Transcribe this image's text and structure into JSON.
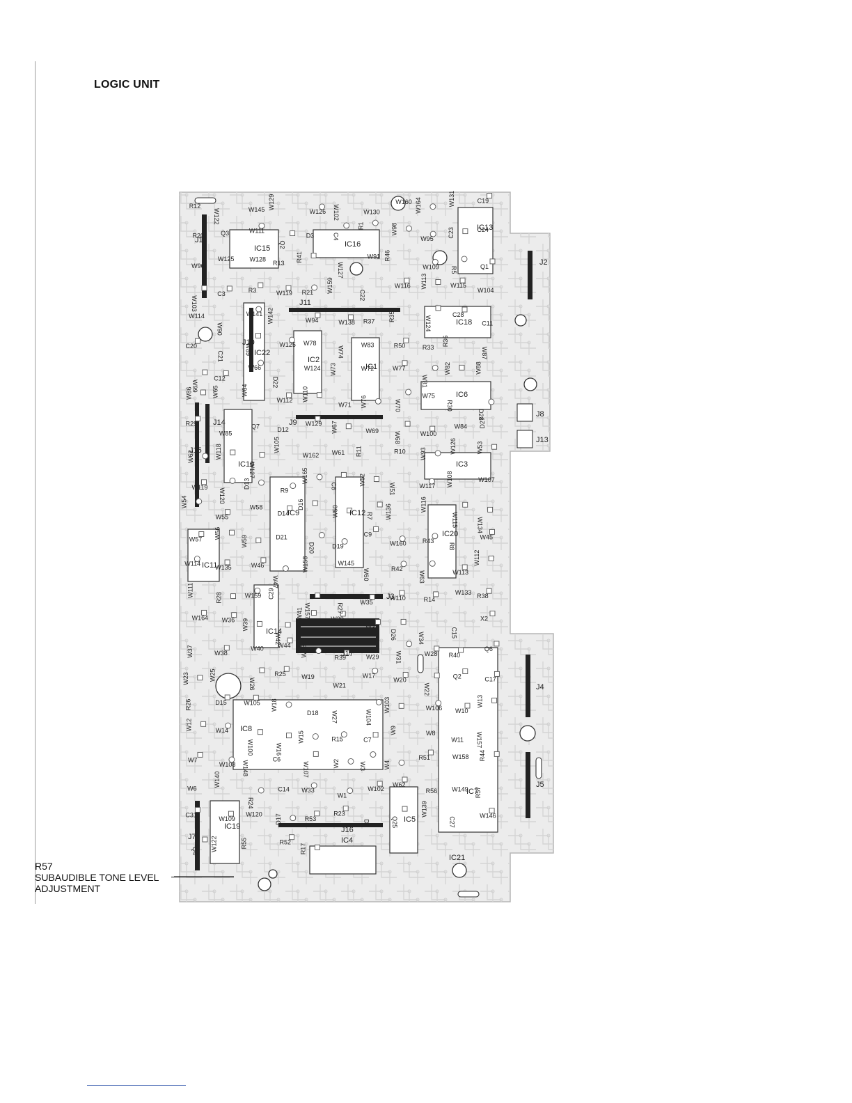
{
  "page": {
    "title": "LOGIC UNIT"
  },
  "callout": {
    "ref": "R57",
    "line1": "SUBAUDIBLE TONE LEVEL",
    "line2": "ADJUSTMENT"
  },
  "board": {
    "ic_labels": [
      "IC15",
      "IC16",
      "IC13",
      "IC18",
      "IC22",
      "IC2",
      "IC1",
      "IC6",
      "IC10",
      "IC3",
      "IC9",
      "IC12",
      "IC20",
      "IC11",
      "IC14",
      "IC8",
      "IC7",
      "IC19",
      "IC4",
      "IC5",
      "IC21"
    ],
    "connector_labels": [
      "J1",
      "J2",
      "J10",
      "J11",
      "J9",
      "J8",
      "J13",
      "J14",
      "J15",
      "J3",
      "J17",
      "J16",
      "J4",
      "J5",
      "J7"
    ],
    "component_labels": [
      "R12",
      "W122",
      "W145",
      "W129",
      "W126",
      "W102",
      "W130",
      "W160",
      "W164",
      "W131",
      "C19",
      "R20",
      "Q3",
      "W111",
      "Q2",
      "D3",
      "C4",
      "R1",
      "W98",
      "W95",
      "C23",
      "C24",
      "W96",
      "W125",
      "W128",
      "R13",
      "R41",
      "W127",
      "W91",
      "R46",
      "W109",
      "R5",
      "Q1",
      "W103",
      "C3",
      "R3",
      "W119",
      "R21",
      "W159",
      "C22",
      "W116",
      "W113",
      "W115",
      "W104",
      "W114",
      "W90",
      "W141",
      "W142",
      "W94",
      "W138",
      "R37",
      "R35",
      "W124",
      "C28",
      "C11",
      "C20",
      "C21",
      "W89",
      "W125",
      "W78",
      "W74",
      "W83",
      "R50",
      "R33",
      "R36",
      "W87",
      "W99",
      "C12",
      "W66",
      "D22",
      "W124",
      "W73",
      "W72",
      "W77",
      "W81",
      "W82",
      "W88",
      "W86",
      "W65",
      "W64",
      "W112",
      "W110",
      "W71",
      "W76",
      "W70",
      "W75",
      "R30",
      "D28",
      "R29",
      "W85",
      "Q7",
      "D12",
      "W129",
      "W67",
      "W69",
      "W68",
      "W100",
      "W84",
      "D27",
      "W62",
      "W118",
      "W127",
      "W105",
      "W162",
      "W61",
      "R11",
      "R10",
      "W93",
      "W126",
      "W53",
      "W119",
      "W120",
      "D13",
      "R9",
      "W165",
      "C8",
      "W52",
      "W51",
      "W117",
      "W108",
      "W107",
      "W54",
      "W55",
      "W58",
      "D14",
      "D16",
      "W50",
      "R7",
      "W136",
      "W116",
      "W115",
      "W134",
      "W57",
      "W56",
      "W59",
      "D21",
      "D20",
      "D19",
      "C9",
      "W160",
      "R43",
      "R8",
      "W45",
      "W114",
      "W135",
      "W46",
      "W47",
      "W158",
      "W145",
      "W60",
      "R42",
      "W63",
      "W113",
      "W112",
      "W111",
      "R28",
      "W159",
      "C29",
      "W157",
      "R27",
      "W35",
      "W110",
      "R14",
      "W133",
      "R38",
      "W164",
      "W36",
      "W39",
      "W42",
      "W41",
      "W30",
      "W32",
      "D26",
      "W34",
      "C15",
      "X2",
      "W37",
      "W38",
      "W40",
      "W44",
      "W43",
      "R39",
      "W29",
      "W31",
      "W28",
      "R40",
      "Q6",
      "W23",
      "W25",
      "W26",
      "R25",
      "W19",
      "W21",
      "W17",
      "W20",
      "W22",
      "Q2",
      "C17",
      "R26",
      "D15",
      "W105",
      "W18",
      "D18",
      "W27",
      "W104",
      "W103",
      "W106",
      "W10",
      "W13",
      "W12",
      "W14",
      "W100",
      "W16",
      "W15",
      "R15",
      "C7",
      "W9",
      "W8",
      "W11",
      "W157",
      "W7",
      "W108",
      "W148",
      "C6",
      "W107",
      "W2",
      "W3",
      "W4",
      "R51",
      "W158",
      "R44",
      "W6",
      "W140",
      "R24",
      "C14",
      "W33",
      "W1",
      "W102",
      "W62",
      "R56",
      "W149",
      "R57",
      "C31",
      "W109",
      "W120",
      "D17",
      "R53",
      "R23",
      "D6",
      "Q25",
      "W139",
      "C27",
      "W146",
      "Q4",
      "W122",
      "R55",
      "R52",
      "R17"
    ]
  }
}
